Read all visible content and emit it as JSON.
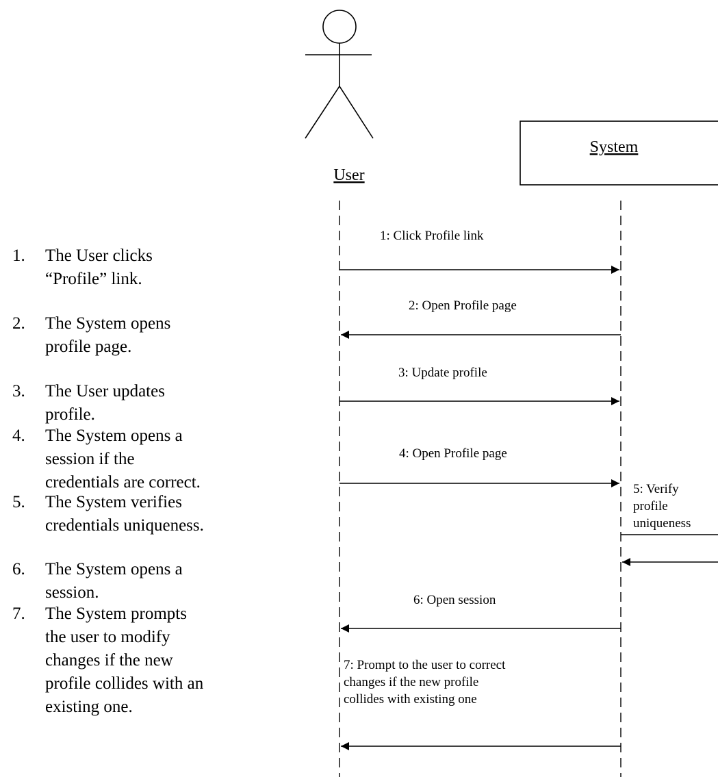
{
  "actors": {
    "user": {
      "name": "User"
    },
    "system": {
      "name": "System"
    }
  },
  "messages": [
    {
      "id": 1,
      "label": "1: Click Profile link",
      "direction": "user-to-system"
    },
    {
      "id": 2,
      "label": "2: Open Profile page",
      "direction": "system-to-user"
    },
    {
      "id": 3,
      "label": "3: Update profile",
      "direction": "user-to-system"
    },
    {
      "id": 4,
      "label": "4: Open Profile page",
      "direction": "user-to-system"
    },
    {
      "id": 5,
      "label_lines": [
        "5: Verify",
        "profile",
        "uniqueness"
      ],
      "direction": "self"
    },
    {
      "id": 6,
      "label": "6: Open session",
      "direction": "system-to-user"
    },
    {
      "id": 7,
      "label_lines": [
        "7: Prompt to the user to correct",
        "changes if the new profile",
        "collides with existing one"
      ],
      "direction": "system-to-user"
    }
  ],
  "steps": [
    {
      "number": "1.",
      "text": "The User clicks “Profile” link."
    },
    {
      "number": "2.",
      "text": "The System opens profile page."
    },
    {
      "number": "3.",
      "text": "The User updates profile."
    },
    {
      "number": "4.",
      "text": "The System opens a session if the credentials are correct."
    },
    {
      "number": "5.",
      "text": "The System verifies credentials uniqueness."
    },
    {
      "number": "6.",
      "text": "The System opens a session."
    },
    {
      "number": "7.",
      "text": "The System prompts the user to modify changes if the new profile collides with an existing one."
    }
  ]
}
